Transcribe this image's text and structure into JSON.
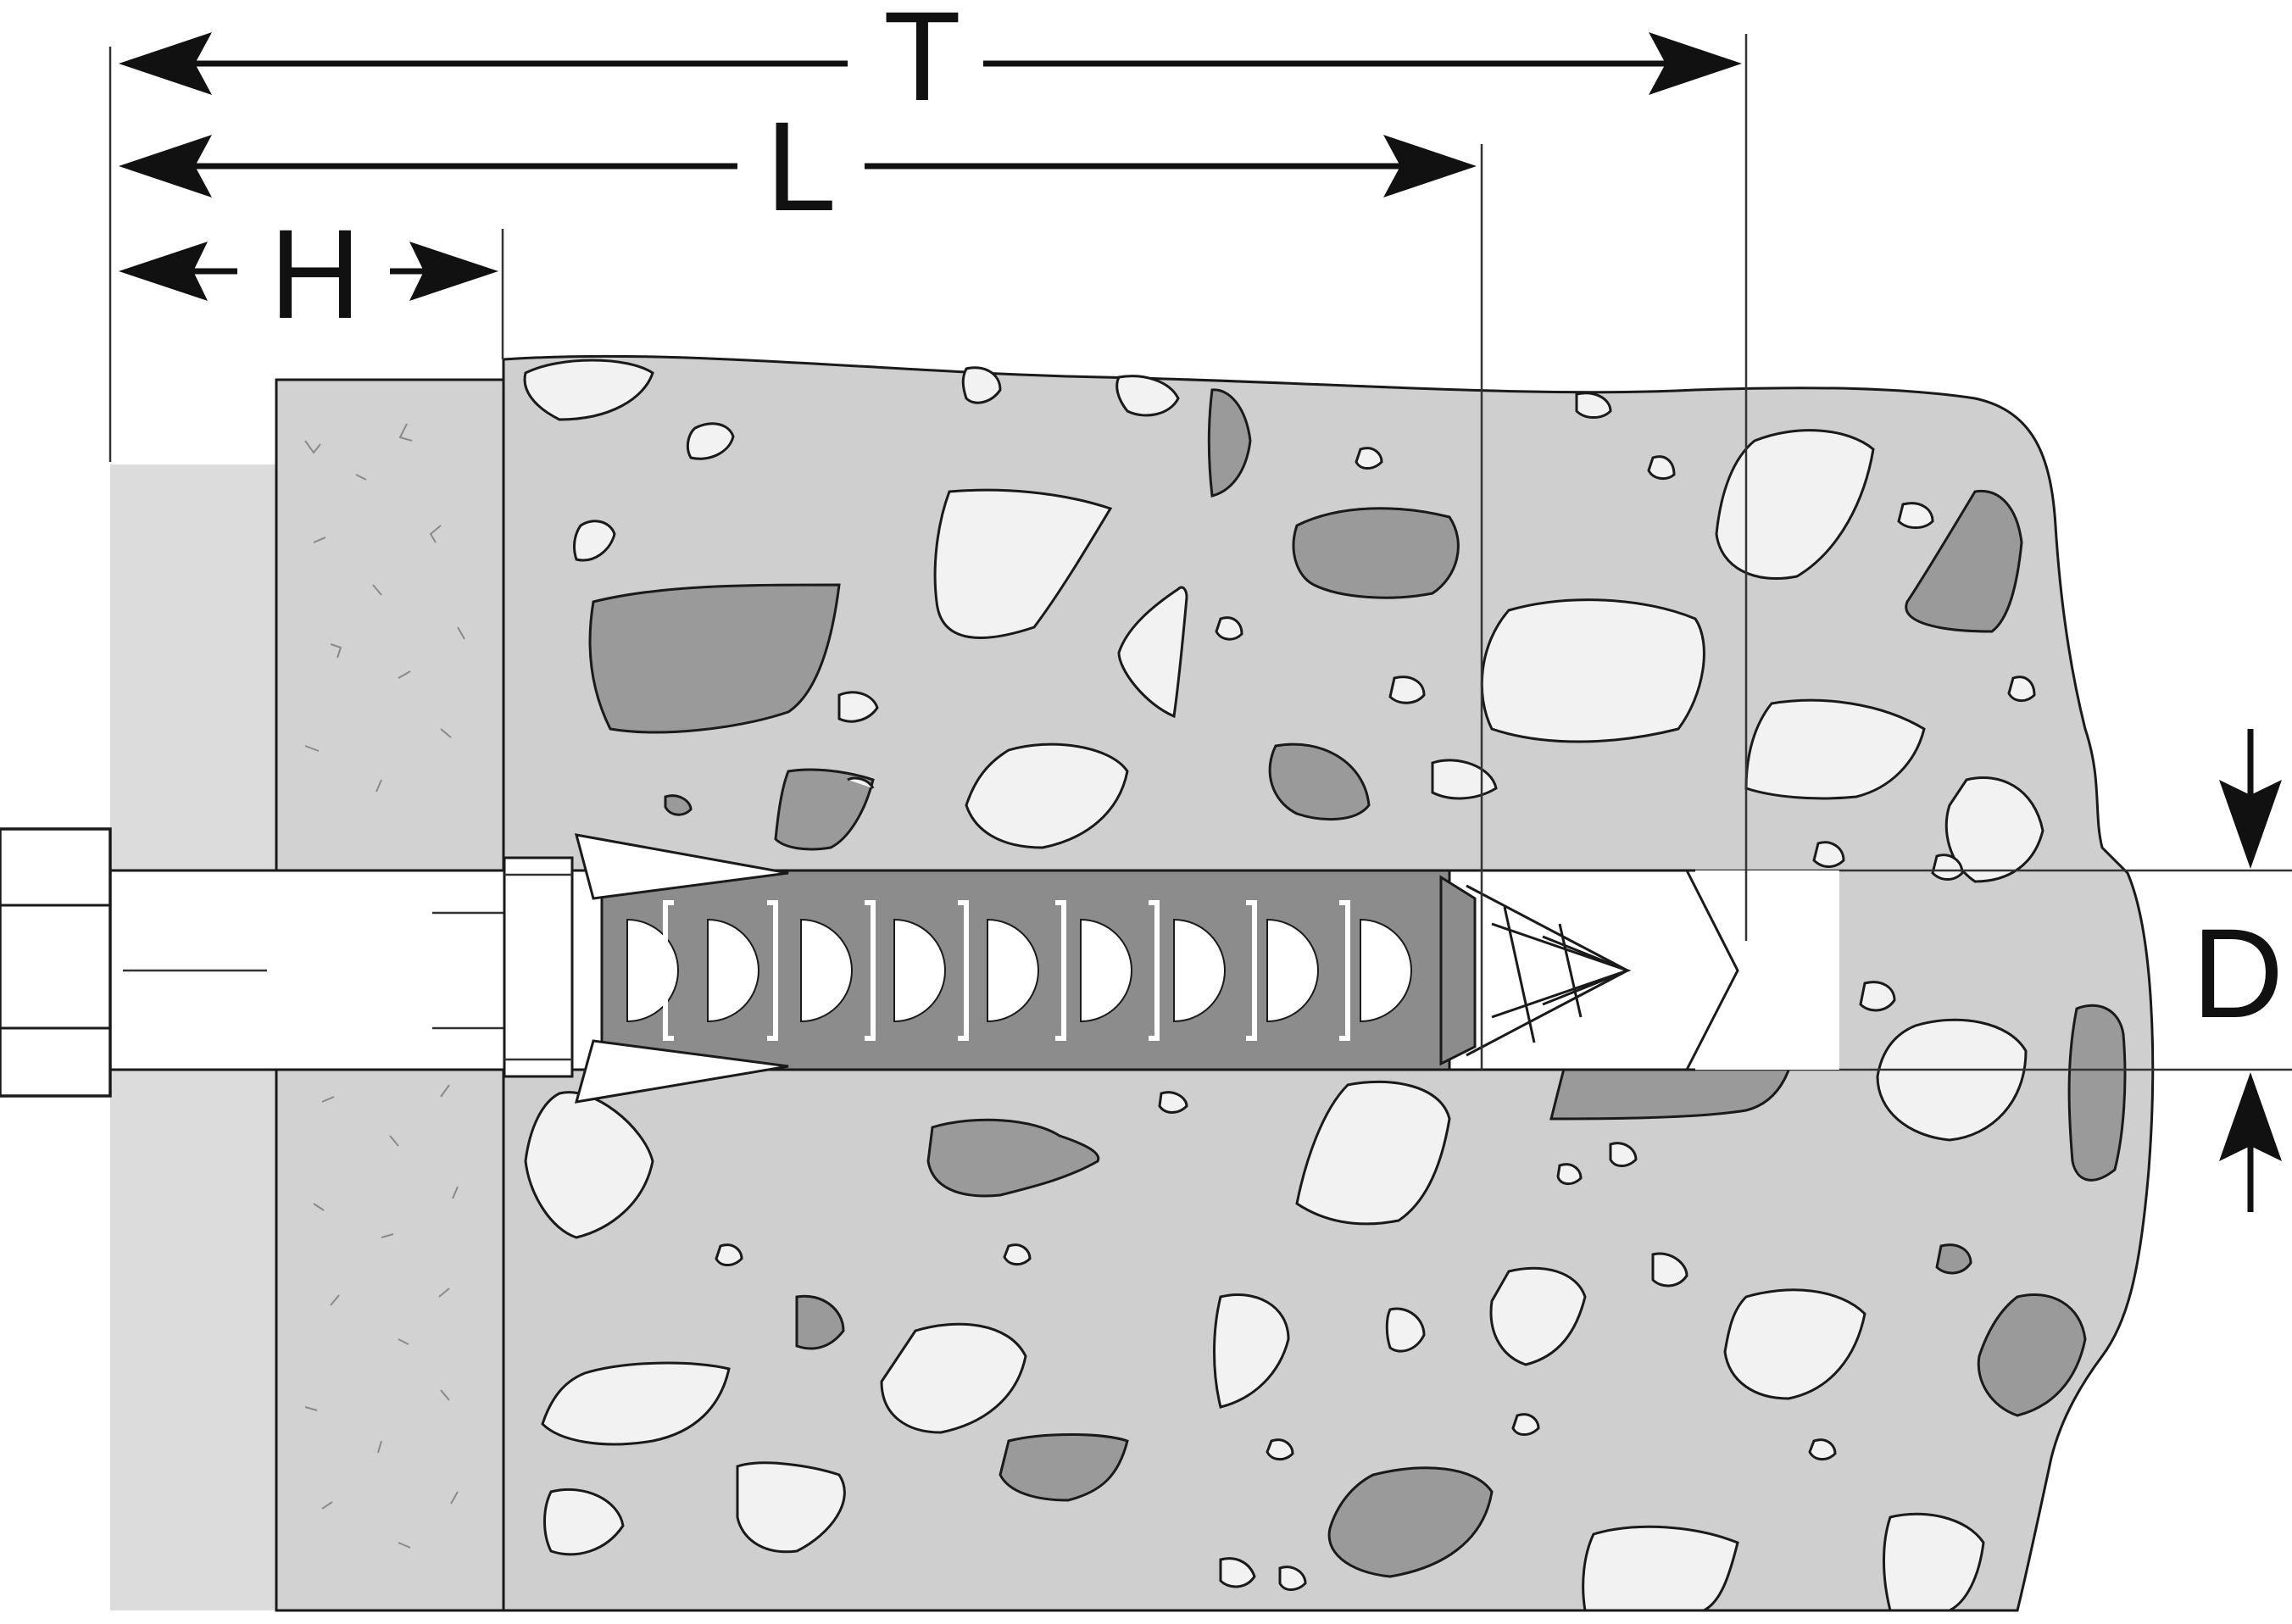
{
  "labels": {
    "total_length": "T",
    "anchor_length": "L",
    "fixture_thickness": "H",
    "diameter": "D"
  },
  "colors": {
    "background": "#ffffff",
    "fixture_plate": "#dcdcdc",
    "insulation": "#d2d2d2",
    "concrete": "#cfcfcf",
    "stone_light": "#f2f2f2",
    "stone_dark": "#9a9a9a",
    "anchor_body": "#8c8c8c",
    "screw": "#ffffff",
    "outline": "#1a1a1a"
  }
}
